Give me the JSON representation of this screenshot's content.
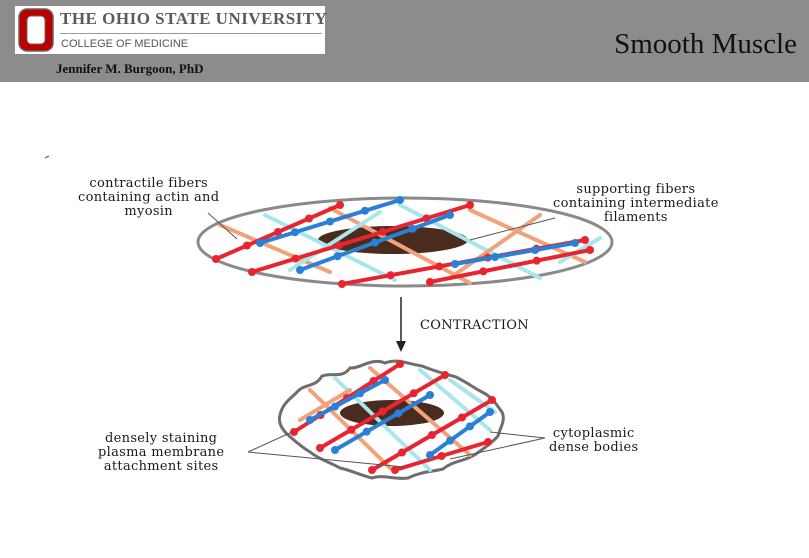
{
  "header": {
    "university": "THE OHIO STATE UNIVERSITY",
    "college": "COLLEGE OF MEDICINE",
    "author": "Jennifer M. Burgoon, PhD",
    "title": "Smooth Muscle",
    "brand_color": "#bb0000",
    "bar_color": "#8c8c8c"
  },
  "diagram": {
    "labels": {
      "contractile_fibers": [
        "contractile fibers",
        "containing actin and",
        "myosin"
      ],
      "supporting_fibers": [
        "supporting fibers",
        "containing intermediate",
        "filaments"
      ],
      "contraction": "CONTRACTION",
      "attachment_sites": [
        "densely staining",
        "plasma membrane",
        "attachment sites"
      ],
      "dense_bodies": [
        "cytoplasmic",
        "dense bodies"
      ]
    },
    "colors": {
      "actin_myosin_red": "#e8252f",
      "actin_myosin_blue": "#2a7fd6",
      "intermediate_filament": "#a8e6ec",
      "intermediate_filament_orange": "#f0a27a",
      "nucleus": "#4a2c1e",
      "cell_outline": "#808080"
    },
    "icons": [
      "osu-block-o-logo",
      "arrow-down-icon"
    ]
  }
}
